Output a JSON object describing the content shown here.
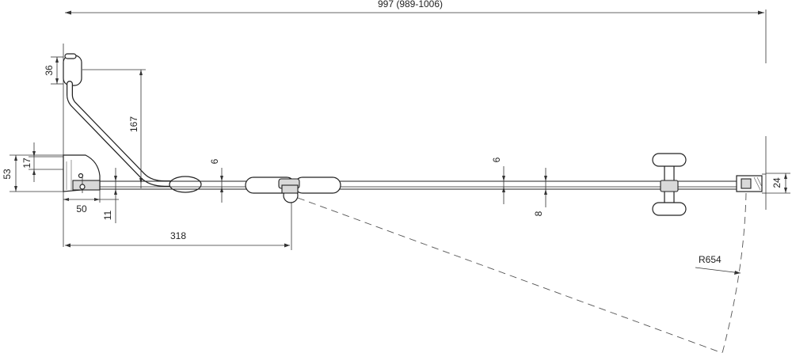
{
  "dimensions": {
    "overall_width": "997 (989-1006)",
    "wall_bracket_height": "36",
    "strut_length": "167",
    "base_depth": "53",
    "base_inner": "17",
    "base_width": "50",
    "offset_11": "11",
    "pivot_distance": "318",
    "glass_thickness_left": "6",
    "glass_thickness_mid": "6",
    "gap_8": "8",
    "profile_24": "24",
    "swing_radius": "R654"
  }
}
